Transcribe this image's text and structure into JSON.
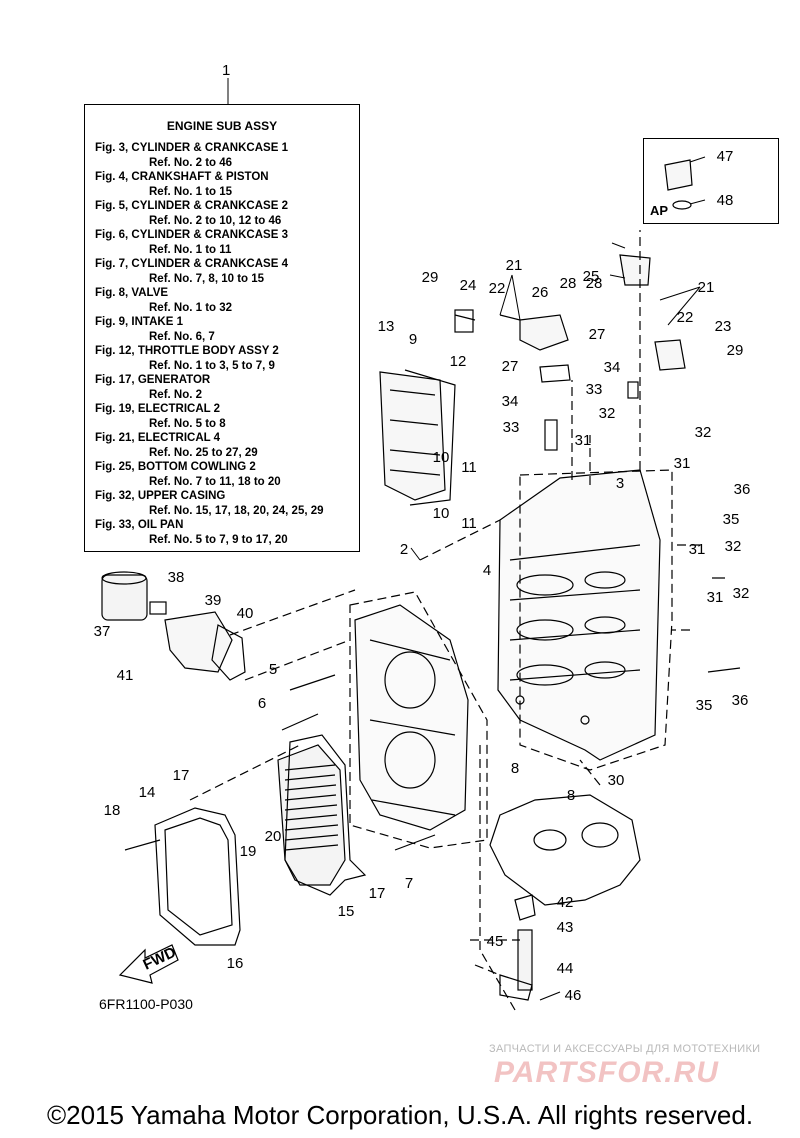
{
  "legend": {
    "callout": "1",
    "title": "ENGINE SUB ASSY",
    "entries": [
      {
        "fig": "Fig. 3, CYLINDER & CRANKCASE 1",
        "ref": "Ref. No. 2 to 46"
      },
      {
        "fig": "Fig. 4, CRANKSHAFT & PISTON",
        "ref": "Ref. No. 1 to 15"
      },
      {
        "fig": "Fig. 5, CYLINDER & CRANKCASE 2",
        "ref": "Ref. No. 2 to 10, 12 to 46"
      },
      {
        "fig": "Fig. 6, CYLINDER & CRANKCASE 3",
        "ref": "Ref. No. 1 to 11"
      },
      {
        "fig": "Fig. 7, CYLINDER & CRANKCASE 4",
        "ref": "Ref. No. 7, 8, 10 to 15"
      },
      {
        "fig": "Fig. 8, VALVE",
        "ref": "Ref. No. 1 to 32"
      },
      {
        "fig": "Fig. 9, INTAKE 1",
        "ref": "Ref. No. 6, 7"
      },
      {
        "fig": "Fig. 12, THROTTLE BODY ASSY 2",
        "ref": "Ref. No. 1 to 3, 5 to 7, 9"
      },
      {
        "fig": "Fig. 17, GENERATOR",
        "ref": "Ref. No. 2"
      },
      {
        "fig": "Fig. 19, ELECTRICAL 2",
        "ref": "Ref. No. 5 to 8"
      },
      {
        "fig": "Fig. 21, ELECTRICAL 4",
        "ref": "Ref. No. 25 to 27, 29"
      },
      {
        "fig": "Fig. 25, BOTTOM COWLING 2",
        "ref": "Ref. No. 7 to 11, 18 to 20"
      },
      {
        "fig": "Fig. 32, UPPER CASING",
        "ref": "Ref. No. 15, 17, 18, 20, 24, 25, 29"
      },
      {
        "fig": "Fig. 33, OIL PAN",
        "ref": "Ref. No. 5 to 7, 9 to 17, 20"
      }
    ]
  },
  "ap_box": {
    "label": "AP",
    "callouts": [
      "47",
      "48"
    ]
  },
  "callouts": [
    "2",
    "3",
    "4",
    "5",
    "6",
    "7",
    "8",
    "8",
    "9",
    "10",
    "10",
    "11",
    "11",
    "12",
    "13",
    "14",
    "15",
    "16",
    "17",
    "17",
    "18",
    "19",
    "20",
    "21",
    "21",
    "22",
    "22",
    "23",
    "24",
    "25",
    "26",
    "27",
    "27",
    "28",
    "28",
    "29",
    "29",
    "30",
    "31",
    "31",
    "31",
    "31",
    "32",
    "32",
    "32",
    "32",
    "33",
    "33",
    "34",
    "34",
    "35",
    "35",
    "36",
    "36",
    "37",
    "38",
    "39",
    "40",
    "41",
    "42",
    "43",
    "44",
    "45",
    "46"
  ],
  "fwd_arrow": "FWD",
  "doc_id": "6FR1100-P030",
  "watermark": {
    "top": "ЗАПЧАСТИ И АКСЕССУАРЫ ДЛЯ МОТОТЕХНИКИ",
    "logo": "PARTSFOR.RU"
  },
  "copyright": "©2015 Yamaha Motor Corporation, U.S.A. All rights reserved."
}
